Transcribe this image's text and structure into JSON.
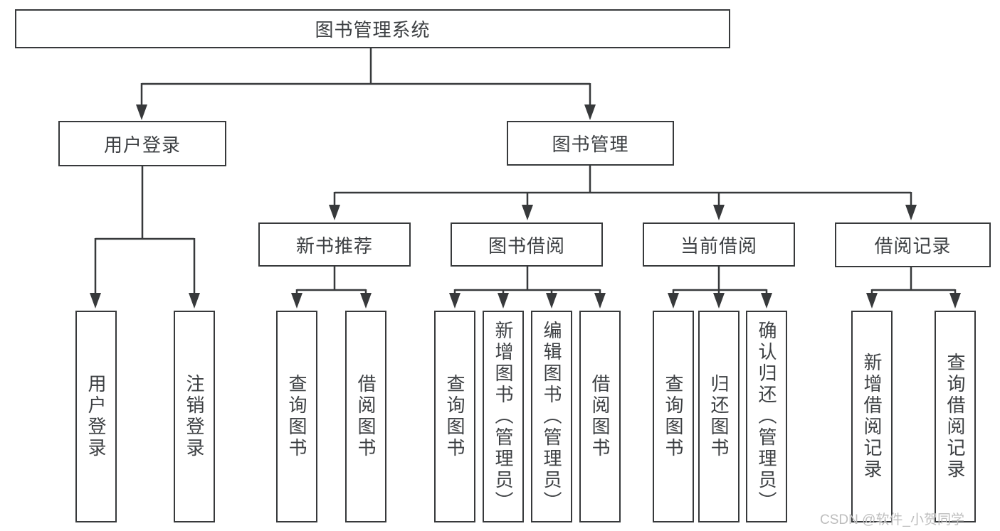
{
  "diagram_title": "图书管理系统",
  "tree": {
    "root": {
      "label": "图书管理系统"
    },
    "children": [
      {
        "label": "用户登录",
        "children": [
          {
            "label": "用户登录"
          },
          {
            "label": "注销登录"
          }
        ]
      },
      {
        "label": "图书管理",
        "children": [
          {
            "label": "新书推荐",
            "children": [
              {
                "label": "查询图书"
              },
              {
                "label": "借阅图书"
              }
            ]
          },
          {
            "label": "图书借阅",
            "children": [
              {
                "label": "查询图书"
              },
              {
                "label": "新增图书（管理员）"
              },
              {
                "label": "编辑图书（管理员）"
              },
              {
                "label": "借阅图书"
              }
            ]
          },
          {
            "label": "当前借阅",
            "children": [
              {
                "label": "查询图书"
              },
              {
                "label": "归还图书"
              },
              {
                "label": "确认归还（管理员）"
              }
            ]
          },
          {
            "label": "借阅记录",
            "children": [
              {
                "label": "新增借阅记录"
              },
              {
                "label": "查询借阅记录"
              }
            ]
          }
        ]
      }
    ]
  },
  "watermark": {
    "text": "CSDN @软件_小贺同学"
  },
  "colors": {
    "line": "#37393b",
    "box_border": "#37393b",
    "text": "#3d4043",
    "watermark": "#bdbdbd",
    "background": "#ffffff"
  }
}
